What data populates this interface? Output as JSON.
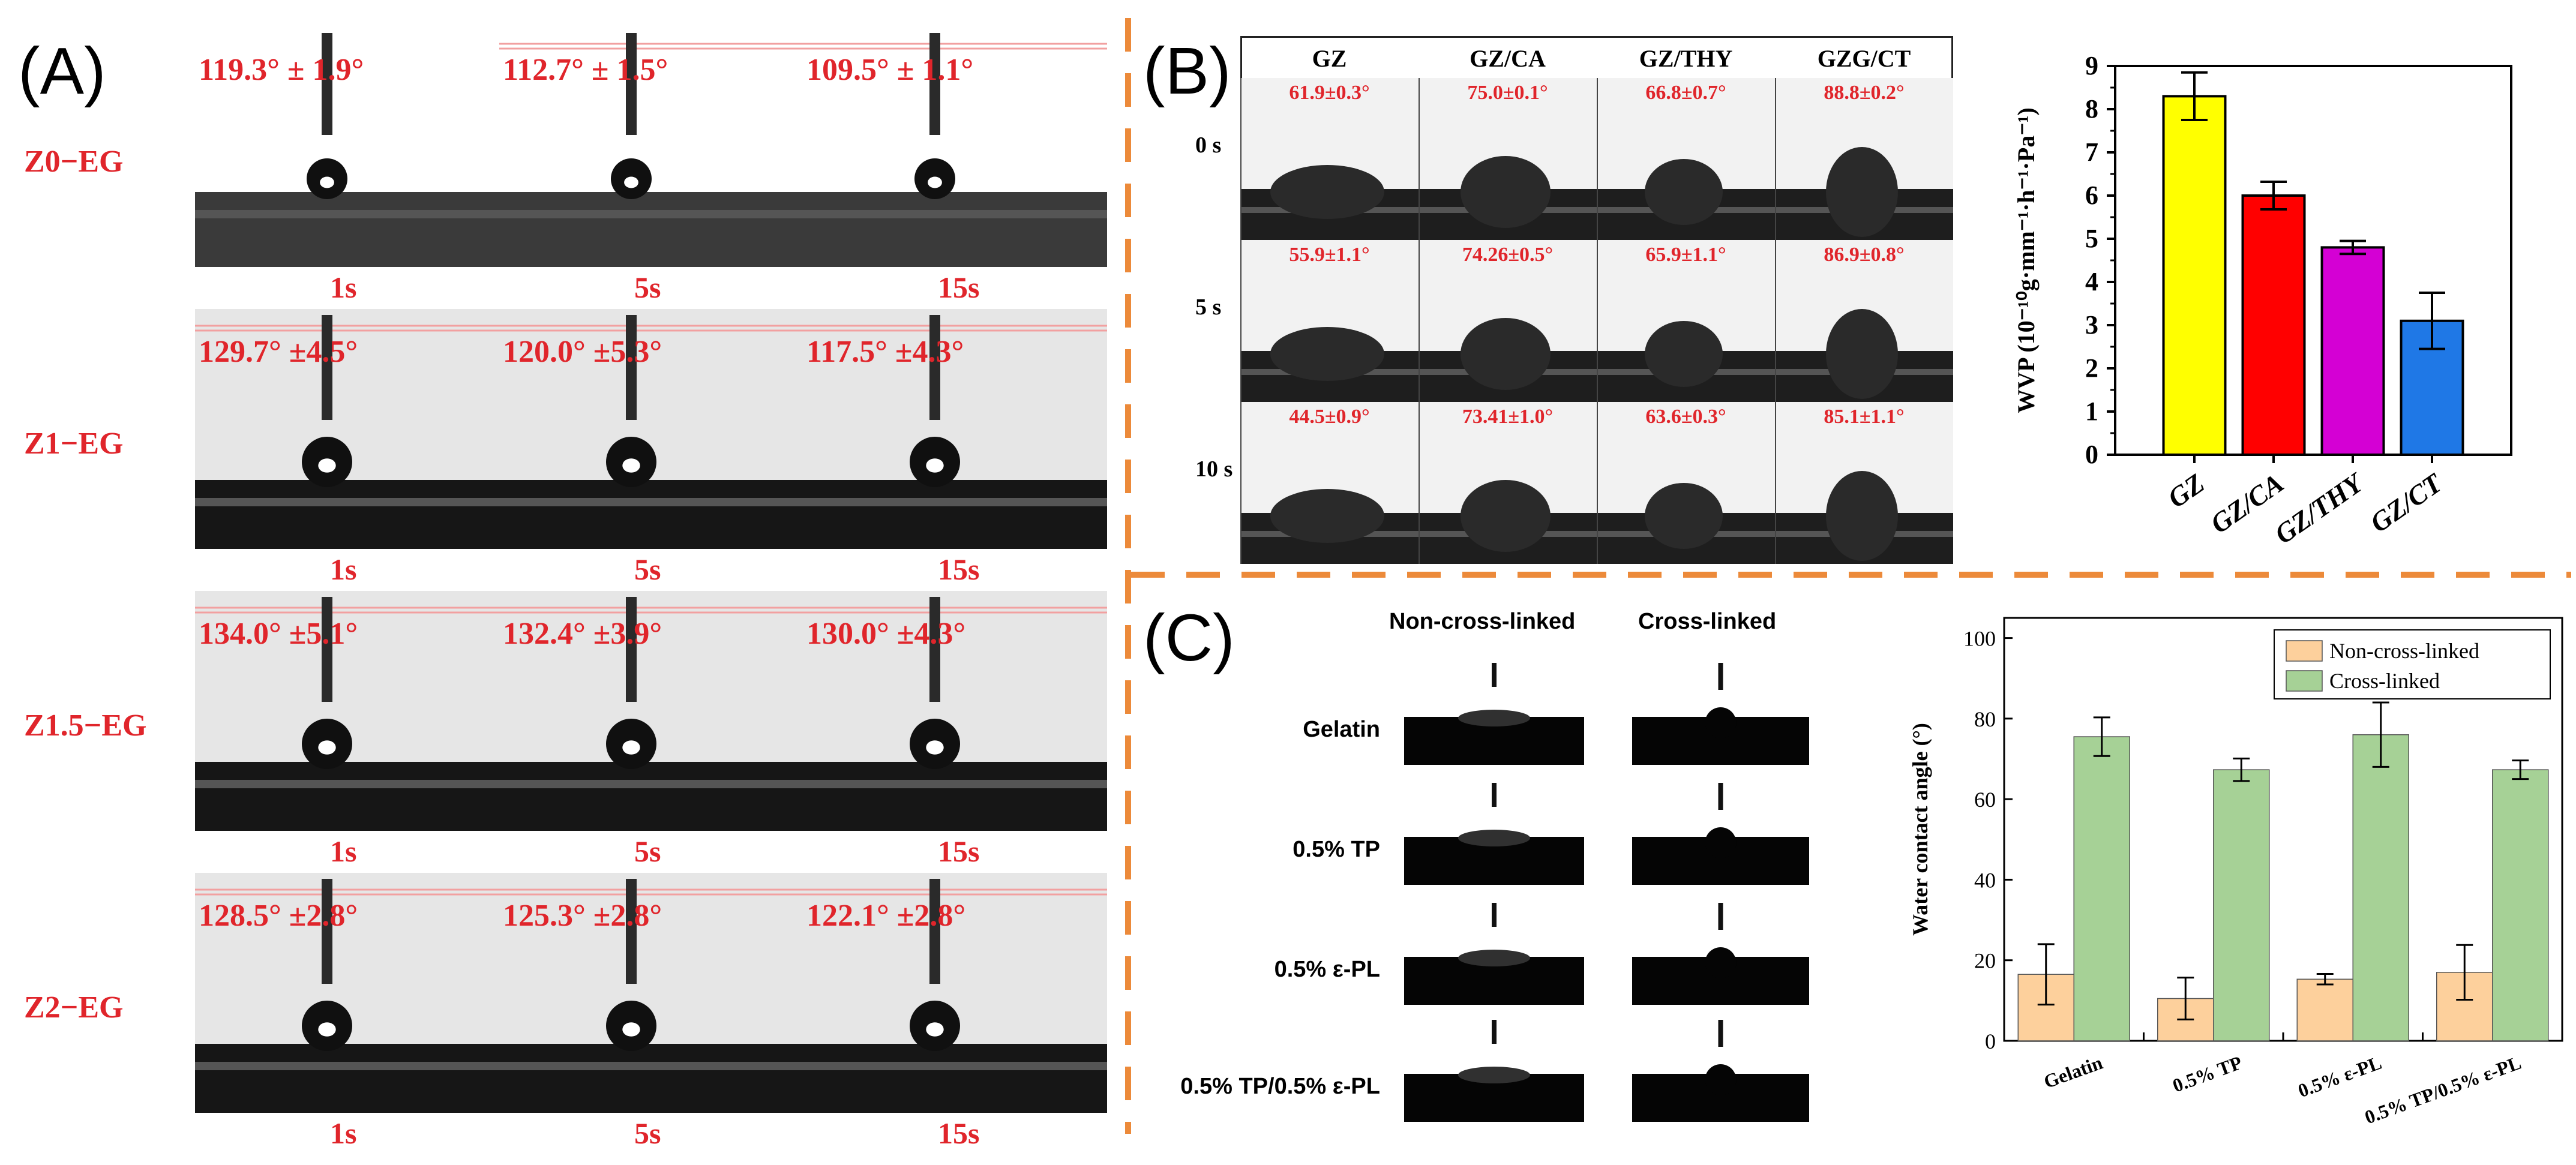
{
  "panels": {
    "a": "(A)",
    "b": "(B)",
    "c": "(C)"
  },
  "panelA": {
    "rows": [
      {
        "label": "Z0−EG",
        "angles": [
          "119.3° ± 1.9°",
          "112.7° ± 1.5°",
          "109.5° ± 1.1°"
        ]
      },
      {
        "label": "Z1−EG",
        "angles": [
          "129.7° ±4.5°",
          "120.0° ±5.3°",
          "117.5° ±4.3°"
        ]
      },
      {
        "label": "Z1.5−EG",
        "angles": [
          "134.0° ±5.1°",
          "132.4° ±3.9°",
          "130.0° ±4.3°"
        ]
      },
      {
        "label": "Z2−EG",
        "angles": [
          "128.5° ±2.8°",
          "125.3° ±2.8°",
          "122.1° ±2.8°"
        ]
      }
    ],
    "times": [
      "1s",
      "5s",
      "15s"
    ]
  },
  "panelB": {
    "columns": [
      "GZ",
      "GZ/CA",
      "GZ/THY",
      "GZG/CT"
    ],
    "times": [
      "0 s",
      "5 s",
      "10 s"
    ],
    "angles": [
      [
        "61.9±0.3°",
        "75.0±0.1°",
        "66.8±0.7°",
        "88.8±0.2°"
      ],
      [
        "55.9±1.1°",
        "74.26±0.5°",
        "65.9±1.1°",
        "86.9±0.8°"
      ],
      [
        "44.5±0.9°",
        "73.41±1.0°",
        "63.6±0.3°",
        "85.1±1.1°"
      ]
    ]
  },
  "panelC": {
    "col_headers": [
      "Non-cross-linked",
      "Cross-linked"
    ],
    "rows": [
      "Gelatin",
      "0.5% TP",
      "0.5% ε-PL",
      "0.5% TP/0.5% ε-PL"
    ]
  },
  "chart_data": [
    {
      "type": "bar",
      "categories": [
        "GZ",
        "GZ/CA",
        "GZ/THY",
        "GZ/CT"
      ],
      "values": [
        8.3,
        6.0,
        4.8,
        3.1
      ],
      "errors": [
        0.55,
        0.32,
        0.15,
        0.65
      ],
      "colors": [
        "#ffff00",
        "#ff0000",
        "#d400d4",
        "#1f78e6"
      ],
      "ylabel": "WVP (10⁻¹⁰g·mm⁻¹·h⁻¹·Pa⁻¹)",
      "ylim": [
        0,
        9
      ],
      "yticks": [
        "0",
        "1",
        "2",
        "3",
        "4",
        "5",
        "6",
        "7",
        "8",
        "9"
      ]
    },
    {
      "type": "bar",
      "categories": [
        "Gelatin",
        "0.5% TP",
        "0.5% ε-PL",
        "0.5% TP/0.5% ε-PL"
      ],
      "series": [
        {
          "name": "Non-cross-linked",
          "values": [
            16.5,
            10.5,
            15.3,
            17.0
          ],
          "errors": [
            7.5,
            5.2,
            1.3,
            6.8
          ],
          "color": "#fdd09c"
        },
        {
          "name": "Cross-linked",
          "values": [
            75.5,
            67.3,
            76.0,
            67.3
          ],
          "errors": [
            4.8,
            2.8,
            8.0,
            2.3
          ],
          "color": "#a6d196"
        }
      ],
      "ylabel": "Water contact angle (°)",
      "ylim": [
        0,
        105
      ],
      "yticks": [
        "0",
        "20",
        "40",
        "60",
        "80",
        "100"
      ],
      "legend": "top-right"
    }
  ]
}
